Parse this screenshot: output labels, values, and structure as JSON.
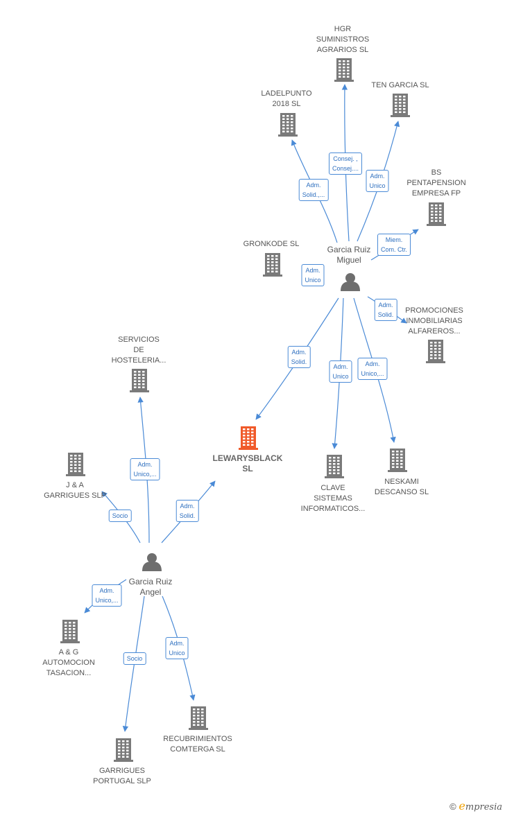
{
  "colors": {
    "edge": "#4a8ad6",
    "building": "#7a7a7a",
    "center": "#f05a2a",
    "person": "#6e6e6e"
  },
  "center": {
    "lines": [
      "LEWARYSBLACK",
      "SL"
    ]
  },
  "persons": [
    {
      "id": "miguel",
      "lines": [
        "Garcia Ruiz",
        "Miguel"
      ]
    },
    {
      "id": "angel",
      "lines": [
        "Garcia Ruiz",
        "Angel"
      ]
    }
  ],
  "companies": [
    {
      "id": "hgr",
      "lines": [
        "HGR",
        "SUMINISTROS",
        "AGRARIOS  SL"
      ]
    },
    {
      "id": "ladelpunto",
      "lines": [
        "LADELPUNTO",
        "2018  SL"
      ]
    },
    {
      "id": "tengarcia",
      "lines": [
        "TEN GARCIA SL"
      ]
    },
    {
      "id": "bs",
      "lines": [
        "BS",
        "PENTAPENSION",
        "EMPRESA FP"
      ]
    },
    {
      "id": "gronkode",
      "lines": [
        "GRONKODE  SL"
      ]
    },
    {
      "id": "promociones",
      "lines": [
        "PROMOCIONES",
        "INMOBILIARIAS",
        "ALFAREROS..."
      ]
    },
    {
      "id": "servicios",
      "lines": [
        "SERVICIOS",
        "DE",
        "HOSTELERIA..."
      ]
    },
    {
      "id": "clave",
      "lines": [
        "CLAVE",
        "SISTEMAS",
        "INFORMATICOS..."
      ]
    },
    {
      "id": "neskami",
      "lines": [
        "NESKAMI",
        "DESCANSO  SL"
      ]
    },
    {
      "id": "jya",
      "lines": [
        "J & A",
        "GARRIGUES SLP"
      ]
    },
    {
      "id": "ayg",
      "lines": [
        "A & G",
        "AUTOMOCION",
        "TASACION..."
      ]
    },
    {
      "id": "recubrimientos",
      "lines": [
        "RECUBRIMIENTOS",
        "COMTERGA SL"
      ]
    },
    {
      "id": "garrigues",
      "lines": [
        "GARRIGUES",
        "PORTUGAL SLP"
      ]
    }
  ],
  "edges": [
    {
      "id": "e1",
      "lines": [
        "Consej. ,",
        "Consej...."
      ]
    },
    {
      "id": "e2",
      "lines": [
        "Adm.",
        "Solid.,..."
      ]
    },
    {
      "id": "e3",
      "lines": [
        "Adm.",
        "Unico"
      ]
    },
    {
      "id": "e4",
      "lines": [
        "Miem.",
        "Com. Ctr."
      ]
    },
    {
      "id": "e5",
      "lines": [
        "Adm.",
        "Unico"
      ]
    },
    {
      "id": "e6",
      "lines": [
        "Adm.",
        "Solid."
      ]
    },
    {
      "id": "e7",
      "lines": [
        "Adm.",
        "Solid."
      ]
    },
    {
      "id": "e8",
      "lines": [
        "Adm.",
        "Unico"
      ]
    },
    {
      "id": "e9",
      "lines": [
        "Adm.",
        "Unico,..."
      ]
    },
    {
      "id": "e10",
      "lines": [
        "Adm.",
        "Unico,..."
      ]
    },
    {
      "id": "e11",
      "lines": [
        "Socio"
      ]
    },
    {
      "id": "e12",
      "lines": [
        "Adm.",
        "Solid."
      ]
    },
    {
      "id": "e13",
      "lines": [
        "Adm.",
        "Unico,..."
      ]
    },
    {
      "id": "e14",
      "lines": [
        "Socio"
      ]
    },
    {
      "id": "e15",
      "lines": [
        "Adm.",
        "Unico"
      ]
    }
  ],
  "footer": {
    "copyright": "©",
    "brand_first": "e",
    "brand_rest": "mpresia"
  }
}
